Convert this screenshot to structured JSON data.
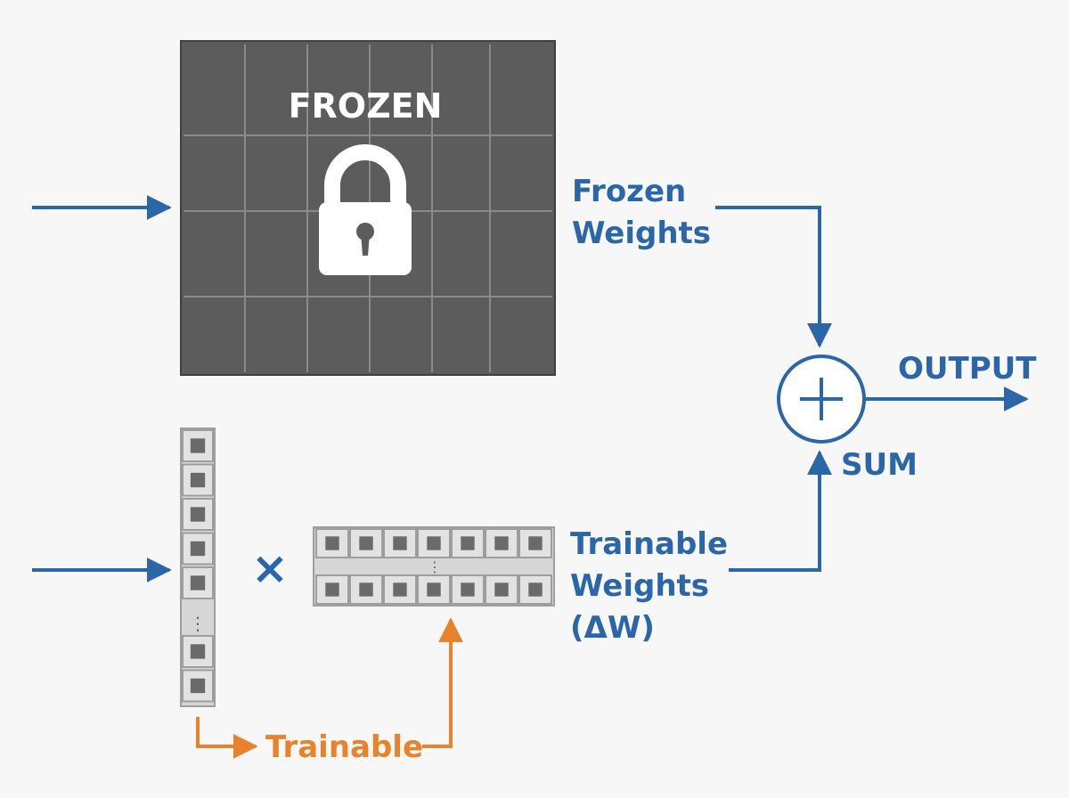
{
  "frozen_block": {
    "title": "FROZEN"
  },
  "labels": {
    "frozen_weights": [
      "Frozen",
      "Weights"
    ],
    "trainable_weights": [
      "Trainable",
      "Weights",
      "(ΔW)"
    ],
    "output": "OUTPUT",
    "sum": "SUM",
    "trainable": "Trainable",
    "multiply_symbol": "×",
    "plus_symbol": "+",
    "ellipsis": "⋮"
  },
  "colors": {
    "blue": "#2b66a8",
    "orange": "#e8822b",
    "frozen_fill": "#5c5c5c",
    "frozen_grid": "#8a8a8a",
    "lock": "#ffffff",
    "cell_bg": "#dcdcdc",
    "cell_border": "#9e9e9e",
    "cell_inner": "#6a6a6a",
    "background": "#f7f7f7"
  },
  "icons": {
    "lock": "lock-icon",
    "sum": "plus-circle-icon",
    "multiply": "multiply-icon"
  }
}
